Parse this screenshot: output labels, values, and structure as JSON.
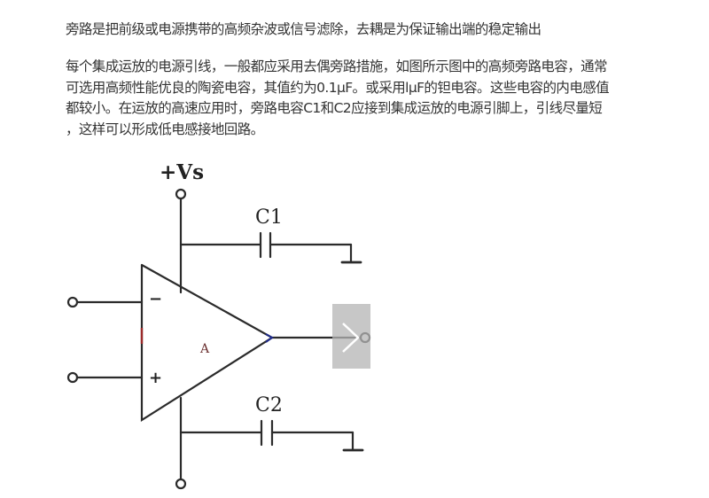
{
  "article": {
    "heading": "旁路是把前级或电源携带的高频杂波或信号滤除，去耦是为保证输出端的稳定输出",
    "paragraph_lines": [
      "每个集成运放的电源引线，一般都应采用去偶旁路措施，如图所示图中的高频旁路电容，通常",
      "可选用高频性能优良的陶瓷电容，其值约为0.1μF。或采用lμF的钽电容。这些电容的内电感值",
      "都较小。在运放的高速应用时，旁路电容C1和C2应接到集成运放的电源引脚上，引线尽量短",
      "，这样可以形成低电感接地回路。"
    ]
  },
  "diagram": {
    "supply_label": "+Vs",
    "cap1_label": "C1",
    "cap2_label": "C2",
    "minus_sign": "−",
    "plus_sign": "+",
    "amp_label": "A",
    "line_color": "#2b2b2b"
  },
  "image_viewer": {
    "next_button_icon": "chevron-right-icon",
    "next_button_bg": "#b4b4b4"
  }
}
